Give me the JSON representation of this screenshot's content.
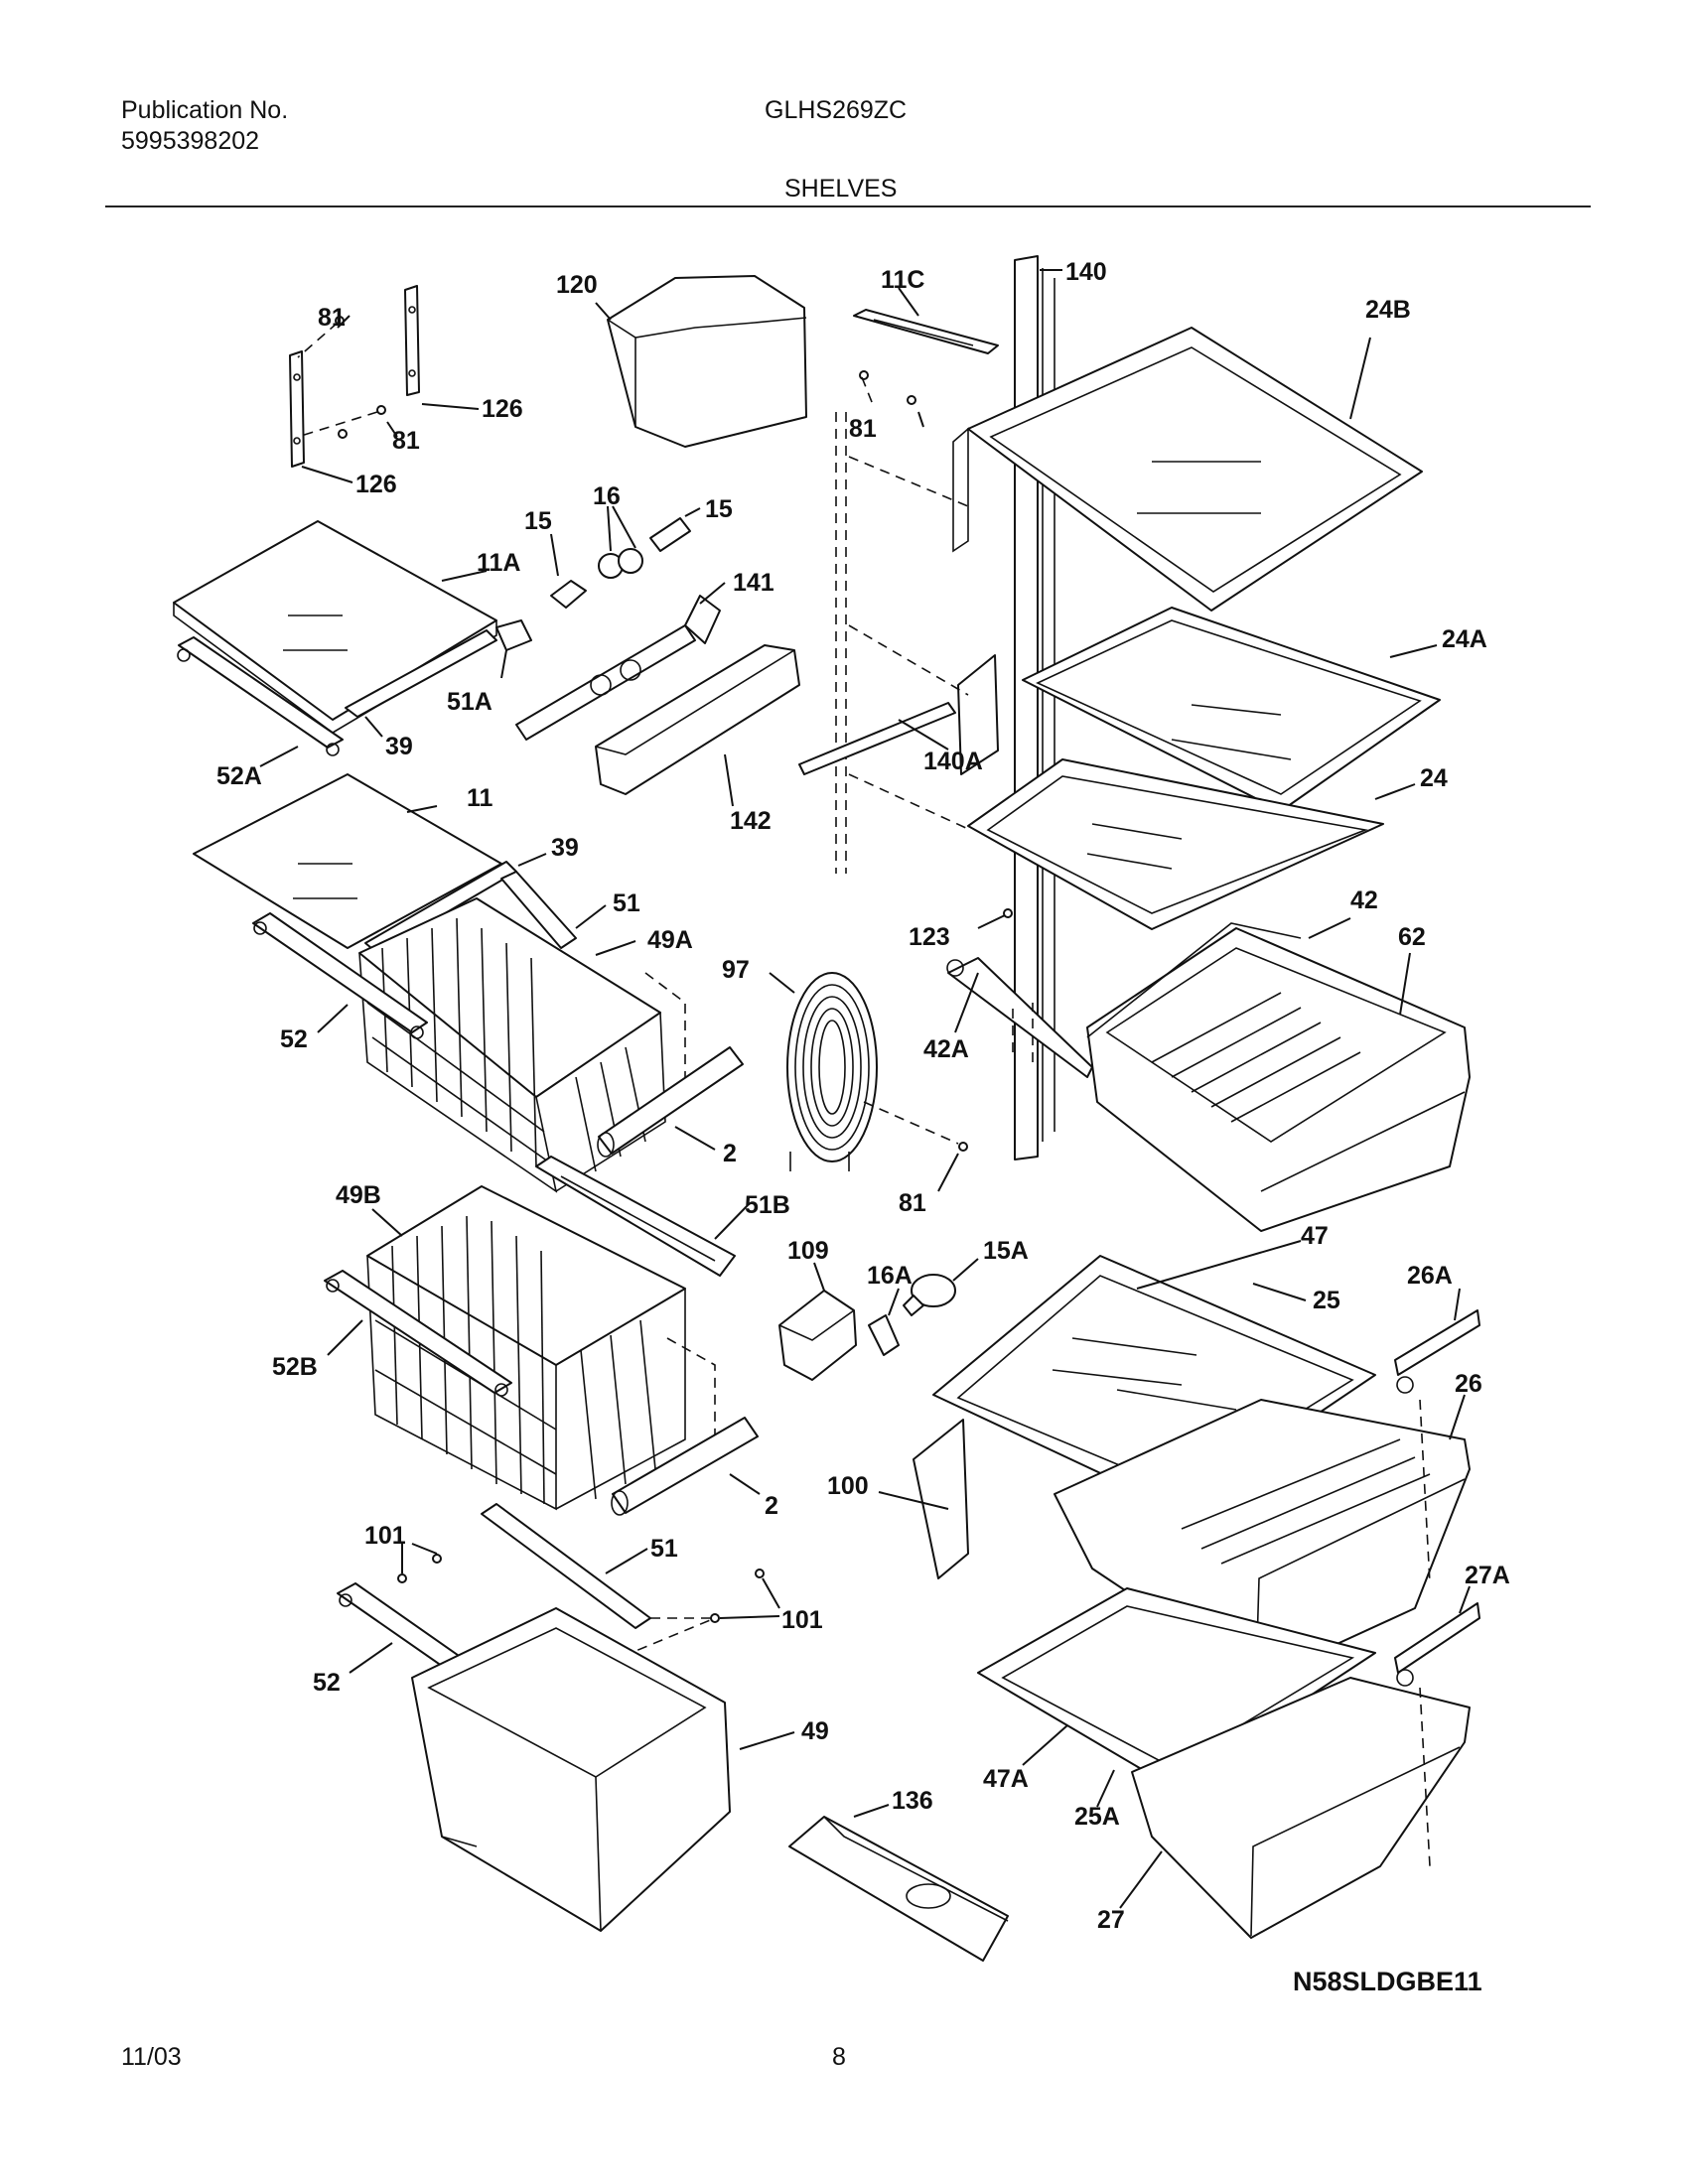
{
  "header": {
    "publication_label": "Publication No.",
    "publication_number": "5995398202",
    "model": "GLHS269ZC",
    "section_title": "SHELVES"
  },
  "callouts": {
    "c81a": "81",
    "c126a": "126",
    "c81b": "81",
    "c126b": "126",
    "c120": "120",
    "c11c": "11C",
    "c140": "140",
    "c24b": "24B",
    "c81c": "81",
    "c15a": "15",
    "c16": "16",
    "c15b": "15",
    "c11a": "11A",
    "c141": "141",
    "c51a": "51A",
    "c39a": "39",
    "c52a": "52A",
    "c24a": "24A",
    "c140a": "140A",
    "c142": "142",
    "c24": "24",
    "c11": "11",
    "c39b": "39",
    "c51a2": "51",
    "c49a": "49A",
    "c97": "97",
    "c123": "123",
    "c42": "42",
    "c62": "62",
    "c52": "52",
    "c42a": "42A",
    "c2a": "2",
    "c81d": "81",
    "c49b": "49B",
    "c51b": "51B",
    "c109": "109",
    "c16a": "16A",
    "c15a2": "15A",
    "c47": "47",
    "c25": "25",
    "c26a": "26A",
    "c52b": "52B",
    "c26": "26",
    "c100": "100",
    "c2b": "2",
    "c101a": "101",
    "c51b2": "51",
    "c27a": "27A",
    "c101b": "101",
    "c52c": "52",
    "c49": "49",
    "c136": "136",
    "c47a": "47A",
    "c25a": "25A",
    "c27": "27"
  },
  "diagram_code": "N58SLDGBE11",
  "footer": {
    "date": "11/03",
    "page": "8"
  }
}
